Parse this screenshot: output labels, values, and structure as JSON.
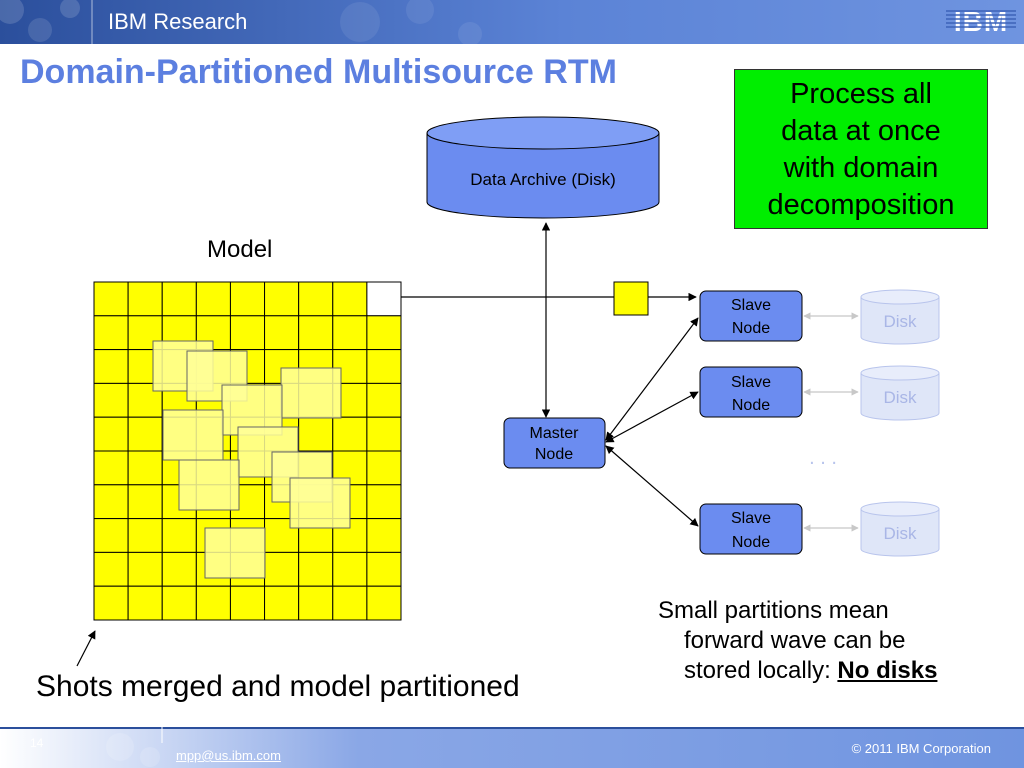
{
  "header": {
    "title": "IBM Research",
    "logo_text": "IBM"
  },
  "slide": {
    "title": "Domain-Partitioned Multisource RTM"
  },
  "callout": {
    "lines": [
      "Process all",
      "data at once",
      "with domain",
      "decomposition"
    ]
  },
  "diagram": {
    "model_label": "Model",
    "archive_label": "Data Archive (Disk)",
    "master_node_lines": [
      "Master",
      "Node"
    ],
    "slave_node_lines": [
      "Slave",
      "Node"
    ],
    "disk_label": "Disk",
    "ellipsis": ". . .",
    "grid": {
      "rows": 10,
      "cols": 9
    },
    "colors": {
      "model": "#ffff00",
      "node": "#6b8cf0",
      "disk": "#dfe6f8",
      "callout": "#00ee00"
    }
  },
  "caption": "Shots merged and model partitioned",
  "note": {
    "line1": "Small partitions mean",
    "line2": "forward wave can be",
    "line3_prefix": "stored locally: ",
    "line3_bold": "No disks"
  },
  "footer": {
    "page_number": "14",
    "email": "mpp@us.ibm.com",
    "copyright": "© 2011 IBM Corporation"
  }
}
